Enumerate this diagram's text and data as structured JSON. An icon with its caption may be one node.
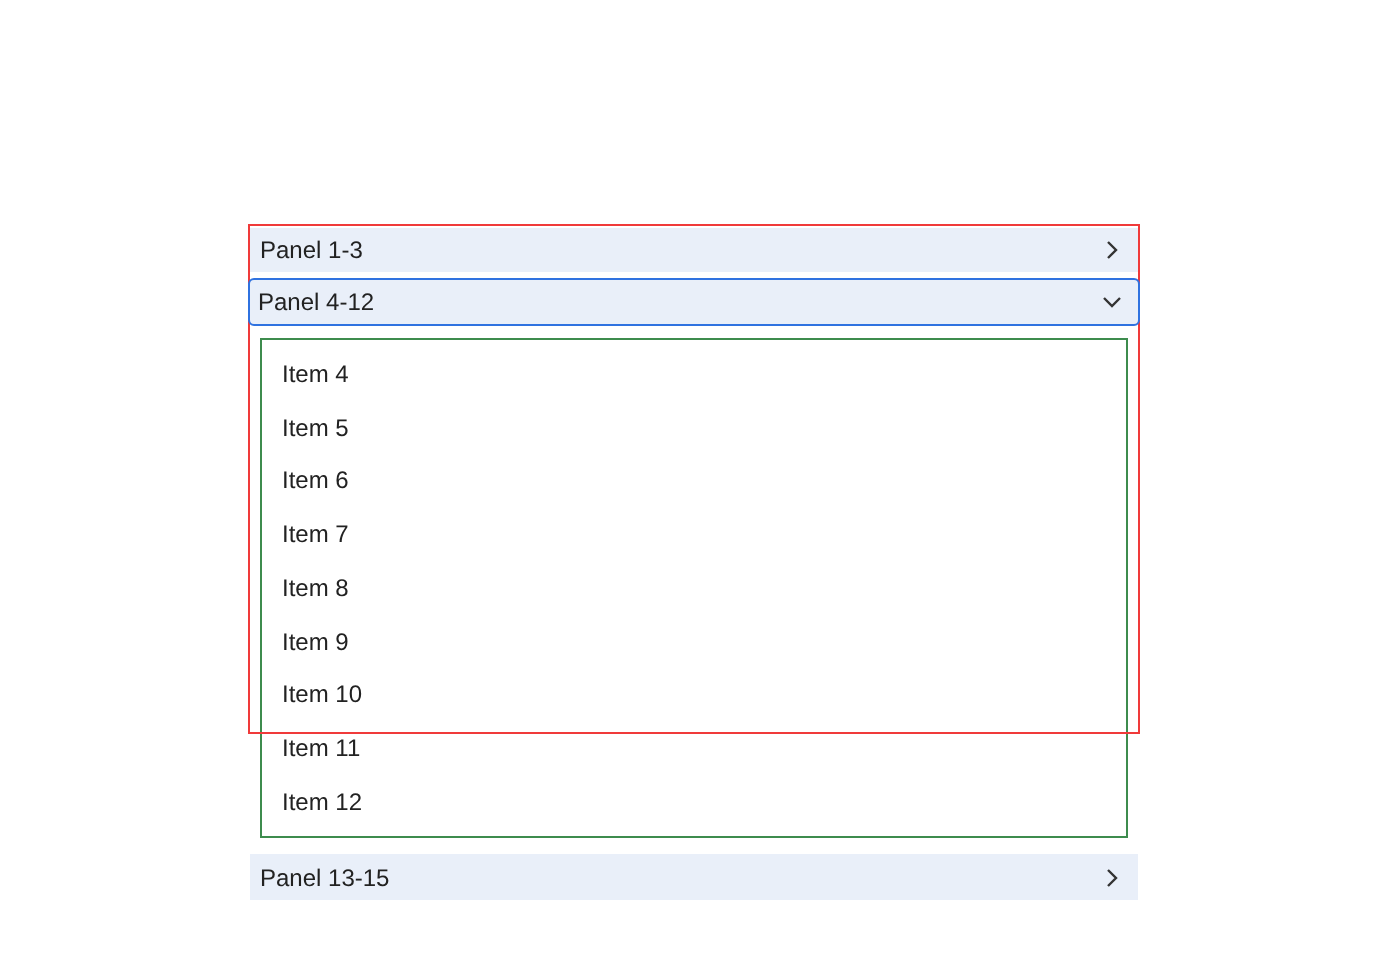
{
  "diagram": {
    "nodes": [
      {
        "text": [],
        "shape": "box"
      },
      {
        "text": [
          "Panel 1-3"
        ],
        "in": 0
      },
      {
        "text": [
          "Panel 4-12"
        ],
        "in": 0
      },
      {
        "text": [],
        "shape": "box"
      },
      {
        "text": [
          "Item 4"
        ]
      },
      {
        "text": [
          "Item 5"
        ]
      },
      {
        "text": [
          "Item 6"
        ]
      },
      {
        "text": [
          "Item 7"
        ]
      },
      {
        "text": [
          "Item 8"
        ]
      },
      {
        "text": [
          "Item 9"
        ]
      },
      {
        "text": [
          "Item 10"
        ]
      },
      {
        "text": [
          "Item 11"
        ],
        "in": 3
      },
      {
        "text": [
          "Item 12"
        ],
        "in": 3
      },
      {
        "text": [
          "Panel 13-15"
        ]
      }
    ]
  }
}
